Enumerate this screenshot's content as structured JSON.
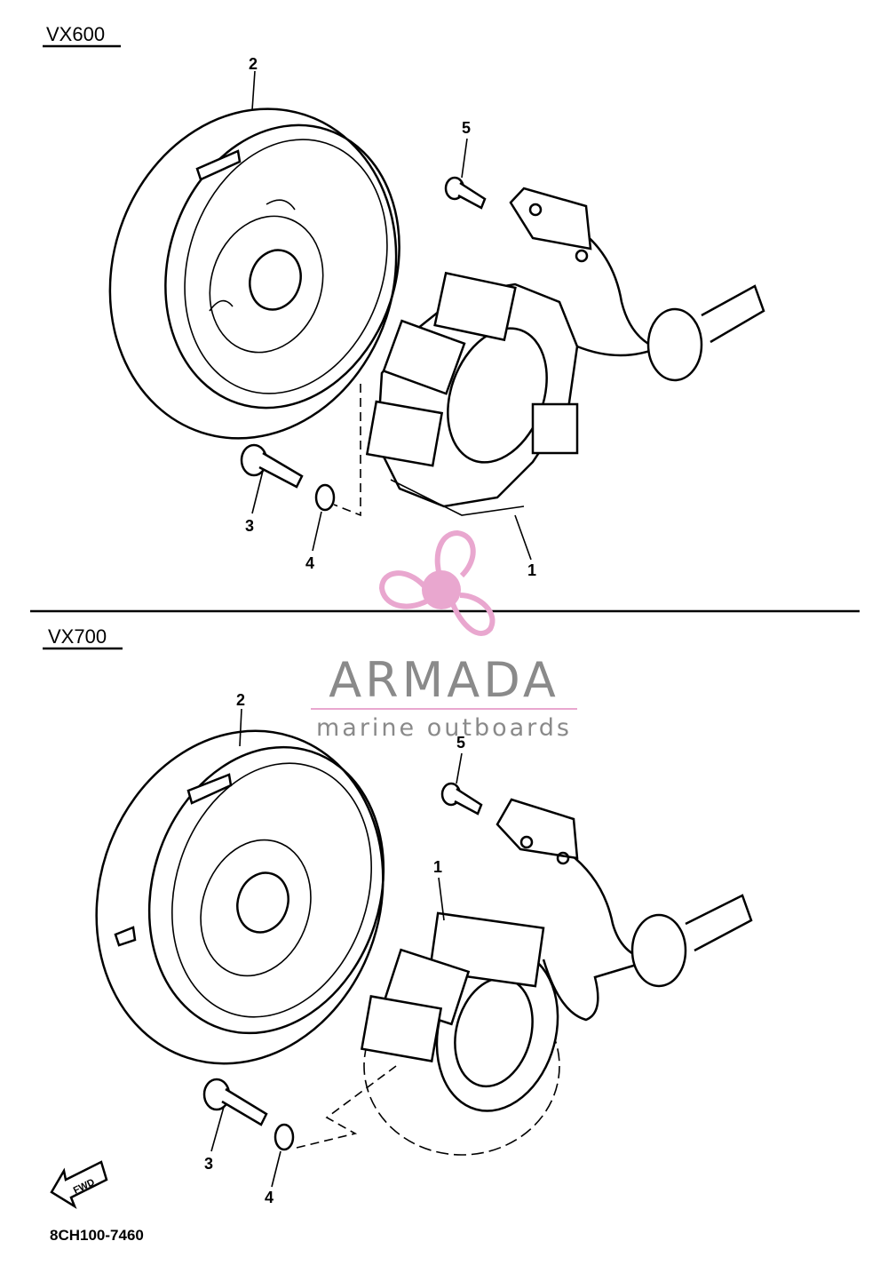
{
  "sections": [
    {
      "title": "VX600",
      "callouts": {
        "stator": "1",
        "rotor": "2",
        "bolt": "3",
        "washer": "4",
        "screw": "5"
      }
    },
    {
      "title": "VX700",
      "callouts": {
        "stator": "1",
        "rotor": "2",
        "bolt": "3",
        "washer": "4",
        "screw": "5"
      }
    }
  ],
  "fwd_label": "FWD",
  "part_code": "8CH100-7460",
  "watermark": {
    "brand": "ARMADA",
    "tagline": "marine outboards",
    "color": "#e9a7cf",
    "text_color": "#8a8a8a"
  }
}
